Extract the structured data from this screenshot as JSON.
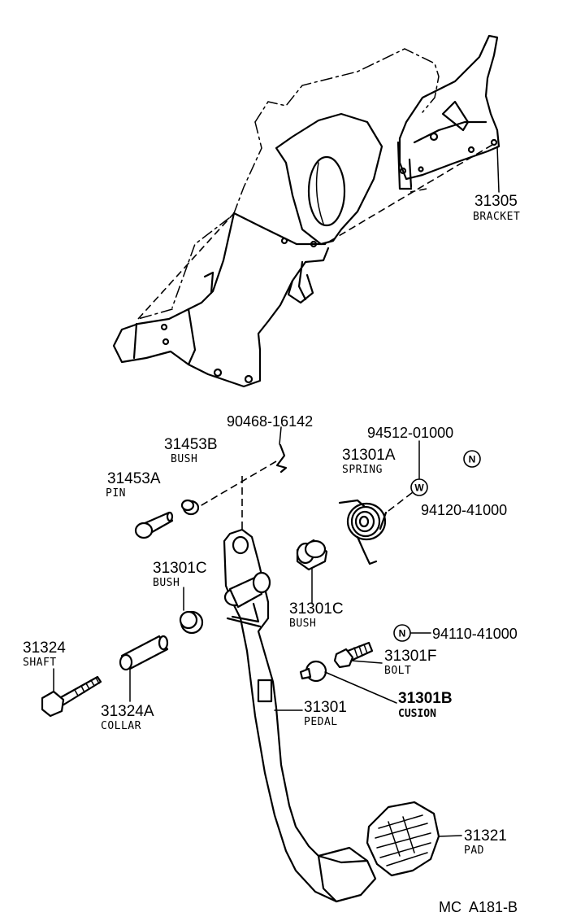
{
  "parts": {
    "bracket": {
      "number": "31305",
      "name": "BRACKET"
    },
    "clip": {
      "number": "90468-16142"
    },
    "bush_upper": {
      "number": "31453B",
      "name": "BUSH"
    },
    "pin": {
      "number": "31453A",
      "name": "PIN"
    },
    "spring": {
      "number": "31301A",
      "name": "SPRING"
    },
    "washer_part": {
      "number": "94512-01000"
    },
    "nut_part_upper": {
      "number": "94120-41000"
    },
    "bush_left": {
      "number": "31301C",
      "name": "BUSH"
    },
    "bush_right": {
      "number": "31301C",
      "name": "BUSH"
    },
    "nut_part_lower": {
      "number": "94110-41000"
    },
    "shaft": {
      "number": "31324",
      "name": "SHAFT"
    },
    "bolt": {
      "number": "31301F",
      "name": "BOLT"
    },
    "cushion": {
      "number": "31301B",
      "name": "CUSION"
    },
    "collar": {
      "number": "31324A",
      "name": "COLLAR"
    },
    "pedal": {
      "number": "31301",
      "name": "PEDAL"
    },
    "pad": {
      "number": "31321",
      "name": "PAD"
    }
  },
  "symbols": {
    "washer": "W",
    "nut": "N"
  },
  "figure_code": "MC  A181-B"
}
